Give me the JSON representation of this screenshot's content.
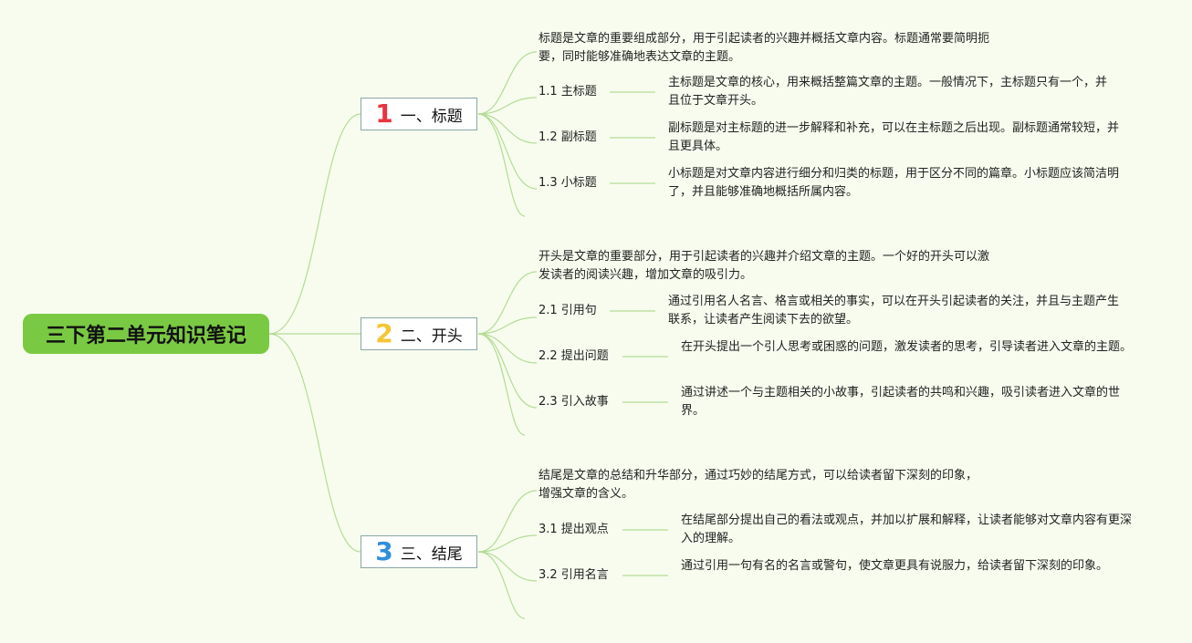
{
  "root": {
    "title": "三下第二单元知识笔记"
  },
  "colors": {
    "root_bg": "#7ac943",
    "line": "#b4dc96",
    "num1": "#e8343f",
    "num2": "#f5c431",
    "num3": "#2f8fdc"
  },
  "sections": [
    {
      "number": "1",
      "label": "一、标题",
      "intro": "标题是文章的重要组成部分，用于引起读者的兴趣并概括文章内容。标题通常要简明扼要，同时能够准确地表达文章的主题。",
      "items": [
        {
          "label": "1.1 主标题",
          "text": "主标题是文章的核心，用来概括整篇文章的主题。一般情况下，主标题只有一个，并且位于文章开头。"
        },
        {
          "label": "1.2 副标题",
          "text": "副标题是对主标题的进一步解释和补充，可以在主标题之后出现。副标题通常较短，并且更具体。"
        },
        {
          "label": "1.3 小标题",
          "text": "小标题是对文章内容进行细分和归类的标题，用于区分不同的篇章。小标题应该简洁明了，并且能够准确地概括所属内容。"
        }
      ]
    },
    {
      "number": "2",
      "label": "二、开头",
      "intro": "开头是文章的重要部分，用于引起读者的兴趣并介绍文章的主题。一个好的开头可以激发读者的阅读兴趣，增加文章的吸引力。",
      "items": [
        {
          "label": "2.1 引用句",
          "text": "通过引用名人名言、格言或相关的事实，可以在开头引起读者的关注，并且与主题产生联系，让读者产生阅读下去的欲望。"
        },
        {
          "label": "2.2 提出问题",
          "text": "在开头提出一个引人思考或困惑的问题，激发读者的思考，引导读者进入文章的主题。"
        },
        {
          "label": "2.3 引入故事",
          "text": "通过讲述一个与主题相关的小故事，引起读者的共鸣和兴趣，吸引读者进入文章的世界。"
        }
      ]
    },
    {
      "number": "3",
      "label": "三、结尾",
      "intro": "结尾是文章的总结和升华部分，通过巧妙的结尾方式，可以给读者留下深刻的印象，增强文章的含义。",
      "items": [
        {
          "label": "3.1 提出观点",
          "text": "在结尾部分提出自己的看法或观点，并加以扩展和解释，让读者能够对文章内容有更深入的理解。"
        },
        {
          "label": "3.2 引用名言",
          "text": "通过引用一句有名的名言或警句，使文章更具有说服力，给读者留下深刻的印象。"
        }
      ]
    }
  ]
}
